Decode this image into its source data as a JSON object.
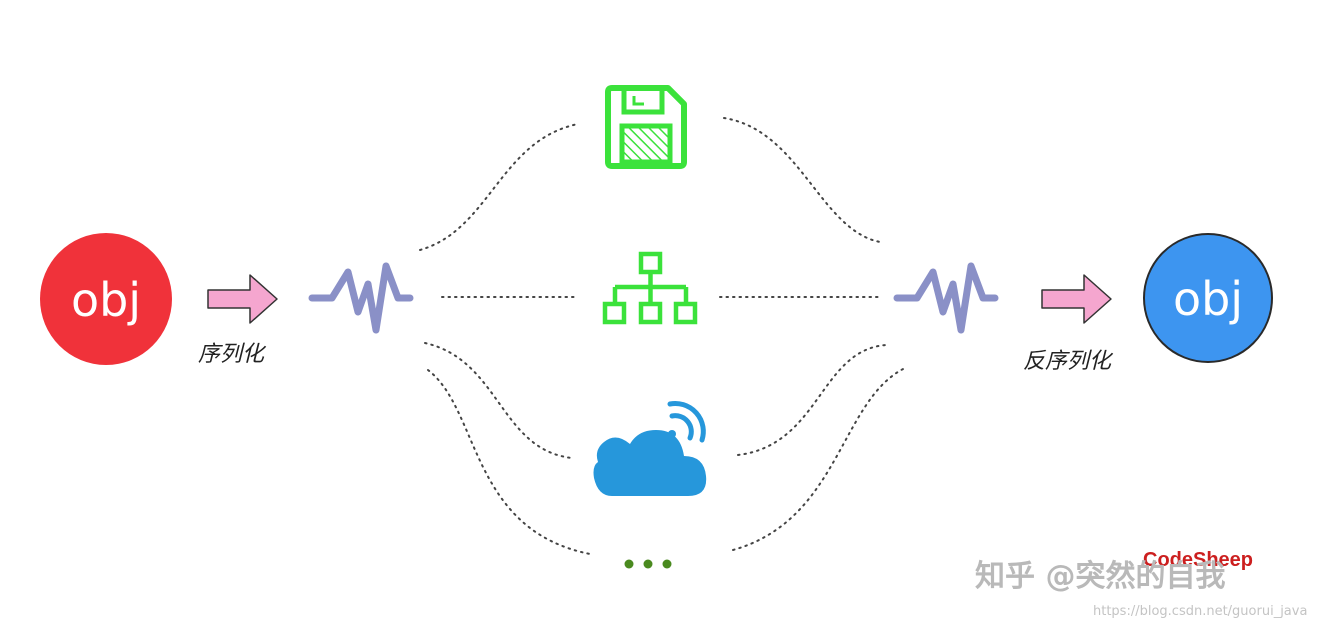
{
  "diagram": {
    "source_object": {
      "label": "obj",
      "color": "#f0323a"
    },
    "target_object": {
      "label": "obj",
      "color": "#3d95f0"
    },
    "serialize_label": "序列化",
    "deserialize_label": "反序列化",
    "arrow_color": "#f5a6cf",
    "signal_color": "#8a90c7",
    "channels": [
      {
        "icon": "floppy-disk-icon",
        "color": "#3be23b"
      },
      {
        "icon": "network-hierarchy-icon",
        "color": "#3be23b"
      },
      {
        "icon": "wireless-cloud-icon",
        "color": "#2697db"
      },
      {
        "icon": "ellipsis-icon",
        "color": "#4a8a1f"
      }
    ]
  },
  "brand": "CodeSheep",
  "watermark": "知乎 @突然的自我",
  "url": "https://blog.csdn.net/guorui_java"
}
